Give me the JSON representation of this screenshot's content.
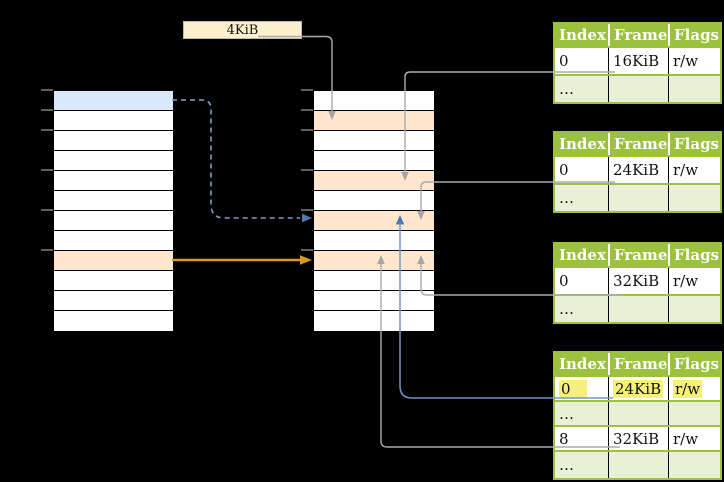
{
  "size_label": {
    "text": "4KiB"
  },
  "tables": [
    {
      "headers": [
        "Index",
        "Frame",
        "Flags"
      ],
      "rows": [
        [
          "0",
          "16KiB",
          "r/w"
        ],
        [
          "…",
          "",
          ""
        ]
      ]
    },
    {
      "headers": [
        "Index",
        "Frame",
        "Flags"
      ],
      "rows": [
        [
          "0",
          "24KiB",
          "r/w"
        ],
        [
          "…",
          "",
          ""
        ]
      ]
    },
    {
      "headers": [
        "Index",
        "Frame",
        "Flags"
      ],
      "rows": [
        [
          "0",
          "32KiB",
          "r/w"
        ],
        [
          "…",
          "",
          ""
        ]
      ]
    },
    {
      "headers": [
        "Index",
        "Frame",
        "Flags"
      ],
      "rows": [
        [
          "0",
          "24KiB",
          "r/w"
        ],
        [
          "…",
          "",
          ""
        ],
        [
          "8",
          "32KiB",
          "r/w"
        ],
        [
          "…",
          "",
          ""
        ]
      ],
      "highlighted_row": 0
    }
  ],
  "colors": {
    "table_header_green": "#9CC23D",
    "table_row_light_green": "#E9F0D5",
    "cell_orange": "#FFE6CC",
    "cell_blue": "#DAE8FC",
    "label_cream": "#FCF0CD",
    "highlight_yellow": "#F7EF7D",
    "arrow_gray": "#ABABAB",
    "arrow_blue": "#7396C6",
    "arrow_blue_dashed": "#7D9DC9",
    "arrow_orange": "#D99B17",
    "background": "#000000"
  }
}
